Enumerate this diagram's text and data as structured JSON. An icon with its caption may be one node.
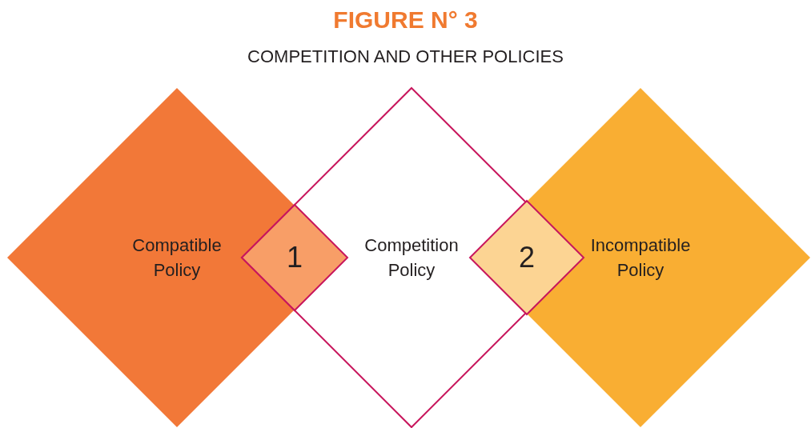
{
  "diagram": {
    "title": "FIGURE N° 3",
    "nodes": [
      {
        "text": [
          "Compatible Policy"
        ]
      },
      {
        "text": [
          "Competition Policy"
        ]
      },
      {
        "text": [
          "Incompatible Policy"
        ]
      },
      {
        "text": [
          "1"
        ]
      },
      {
        "text": [
          "2"
        ]
      }
    ],
    "labels": [
      "COMPETITION AND OTHER POLICIES"
    ]
  }
}
